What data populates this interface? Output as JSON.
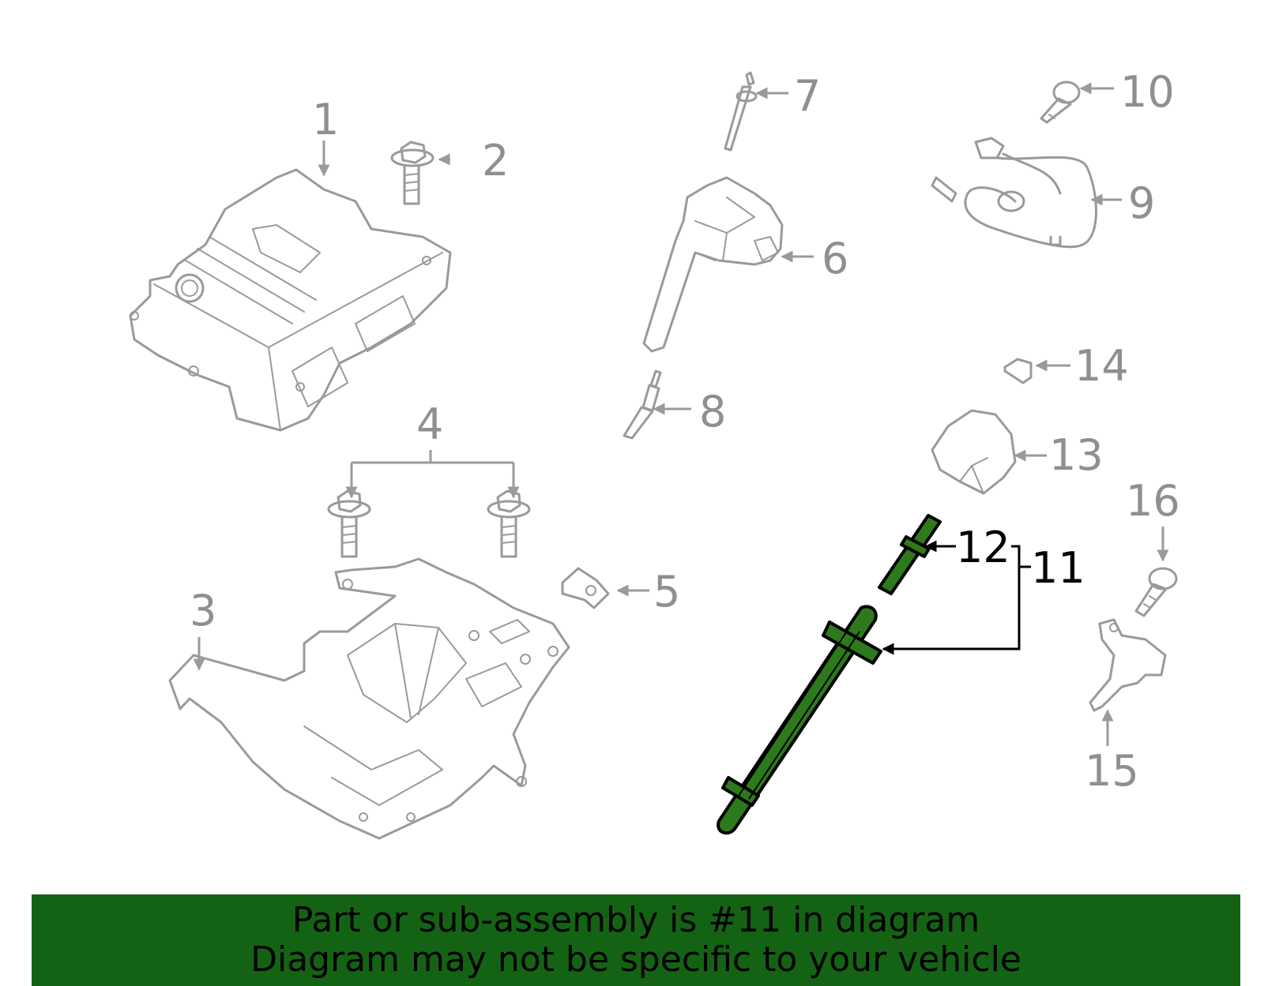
{
  "accent": "#146314",
  "highlight_part": "11",
  "callouts": [
    {
      "id": "1",
      "text": "1"
    },
    {
      "id": "2",
      "text": "2"
    },
    {
      "id": "3",
      "text": "3"
    },
    {
      "id": "4",
      "text": "4"
    },
    {
      "id": "5",
      "text": "5"
    },
    {
      "id": "6",
      "text": "6"
    },
    {
      "id": "7",
      "text": "7"
    },
    {
      "id": "8",
      "text": "8"
    },
    {
      "id": "9",
      "text": "9"
    },
    {
      "id": "10",
      "text": "10"
    },
    {
      "id": "11",
      "text": "11"
    },
    {
      "id": "12",
      "text": "12"
    },
    {
      "id": "13",
      "text": "13"
    },
    {
      "id": "14",
      "text": "14"
    },
    {
      "id": "15",
      "text": "15"
    },
    {
      "id": "16",
      "text": "16"
    }
  ],
  "banner": {
    "line1": "Part or sub-assembly is #11 in diagram",
    "line2": "Diagram may not be specific to your vehicle"
  }
}
